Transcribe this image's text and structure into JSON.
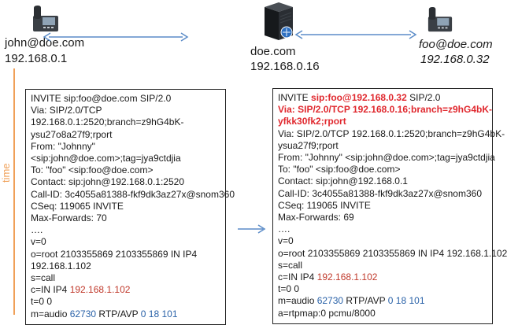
{
  "endpoints": {
    "left": {
      "name": "john@doe.com",
      "ip": "192.168.0.1"
    },
    "center": {
      "name": "doe.com",
      "ip": "192.168.0.16"
    },
    "right": {
      "name": "foo@doe.com",
      "ip": "192.168.0.32"
    }
  },
  "timeline_label": "time",
  "message1": {
    "lines": [
      "INVITE sip:foo@doe.com SIP/2.0",
      "Via: SIP/2.0/TCP",
      "192.168.0.1:2520;branch=z9hG4bK-",
      "ysu27o8a27f9;rport",
      "From: \"Johnny\"",
      "<sip:john@doe.com>;tag=jya9ctdjia",
      "To: \"foo\" <sip:foo@doe.com>",
      "Contact: sip:john@192.168.0.1:2520",
      "Call-ID: 3c4055a81388-fkf9dk3az27x@snom360",
      "CSeq: 119065 INVITE",
      "Max-Forwards: 70",
      "….",
      "v=0",
      "o=root 2103355869 2103355869 IN IP4",
      "192.168.1.102",
      "s=call"
    ],
    "c_prefix": "c=IN IP4 ",
    "c_ip": "192.168.1.102",
    "t_line": "t=0 0",
    "m_prefix": "m=audio ",
    "m_port": "62730",
    "m_mid": " RTP/AVP ",
    "m_codecs": "0 18 101"
  },
  "message2": {
    "invite_prefix": "INVITE ",
    "invite_uri": "sip:foo@192.168.0.32",
    "invite_suffix": " SIP/2.0",
    "via_added": "Via: SIP/2.0/TCP 192.168.0.16;branch=z9hG4bK-",
    "via_added_2": "yfkk30fk2;rport",
    "lines": [
      "Via: SIP/2.0/TCP 192.168.0.1:2520;branch=z9hG4bK-",
      "ysua27f9;rport",
      "From: \"Johnny\" <sip:john@doe.com>;tag=jya9ctdjia",
      "To: \"foo\" <sip:foo@doe.com>",
      "Contact: sip:john@192.168.0.1",
      "Call-ID: 3c4055a81388-fkf9dk3az27x@snom360",
      "CSeq: 119065 INVITE",
      "Max-Forwards: 69",
      "….",
      "v=0",
      "o=root 2103355869 2103355869 IN IP4 192.168.1.102",
      "s=call"
    ],
    "c_prefix": "c=IN IP4 ",
    "c_ip": "192.168.1.102",
    "t_line": "t=0 0",
    "m_prefix": "m=audio ",
    "m_port": "62730",
    "m_mid": " RTP/AVP ",
    "m_codecs": "0 18 101",
    "last_line": "a=rtpmap:0 pcmu/8000"
  },
  "colors": {
    "timeline": "#f0a058",
    "arrow": "#5b8cc8",
    "red": "#c0392b",
    "highlight": "#e0282e",
    "blue": "#2a62a8"
  }
}
